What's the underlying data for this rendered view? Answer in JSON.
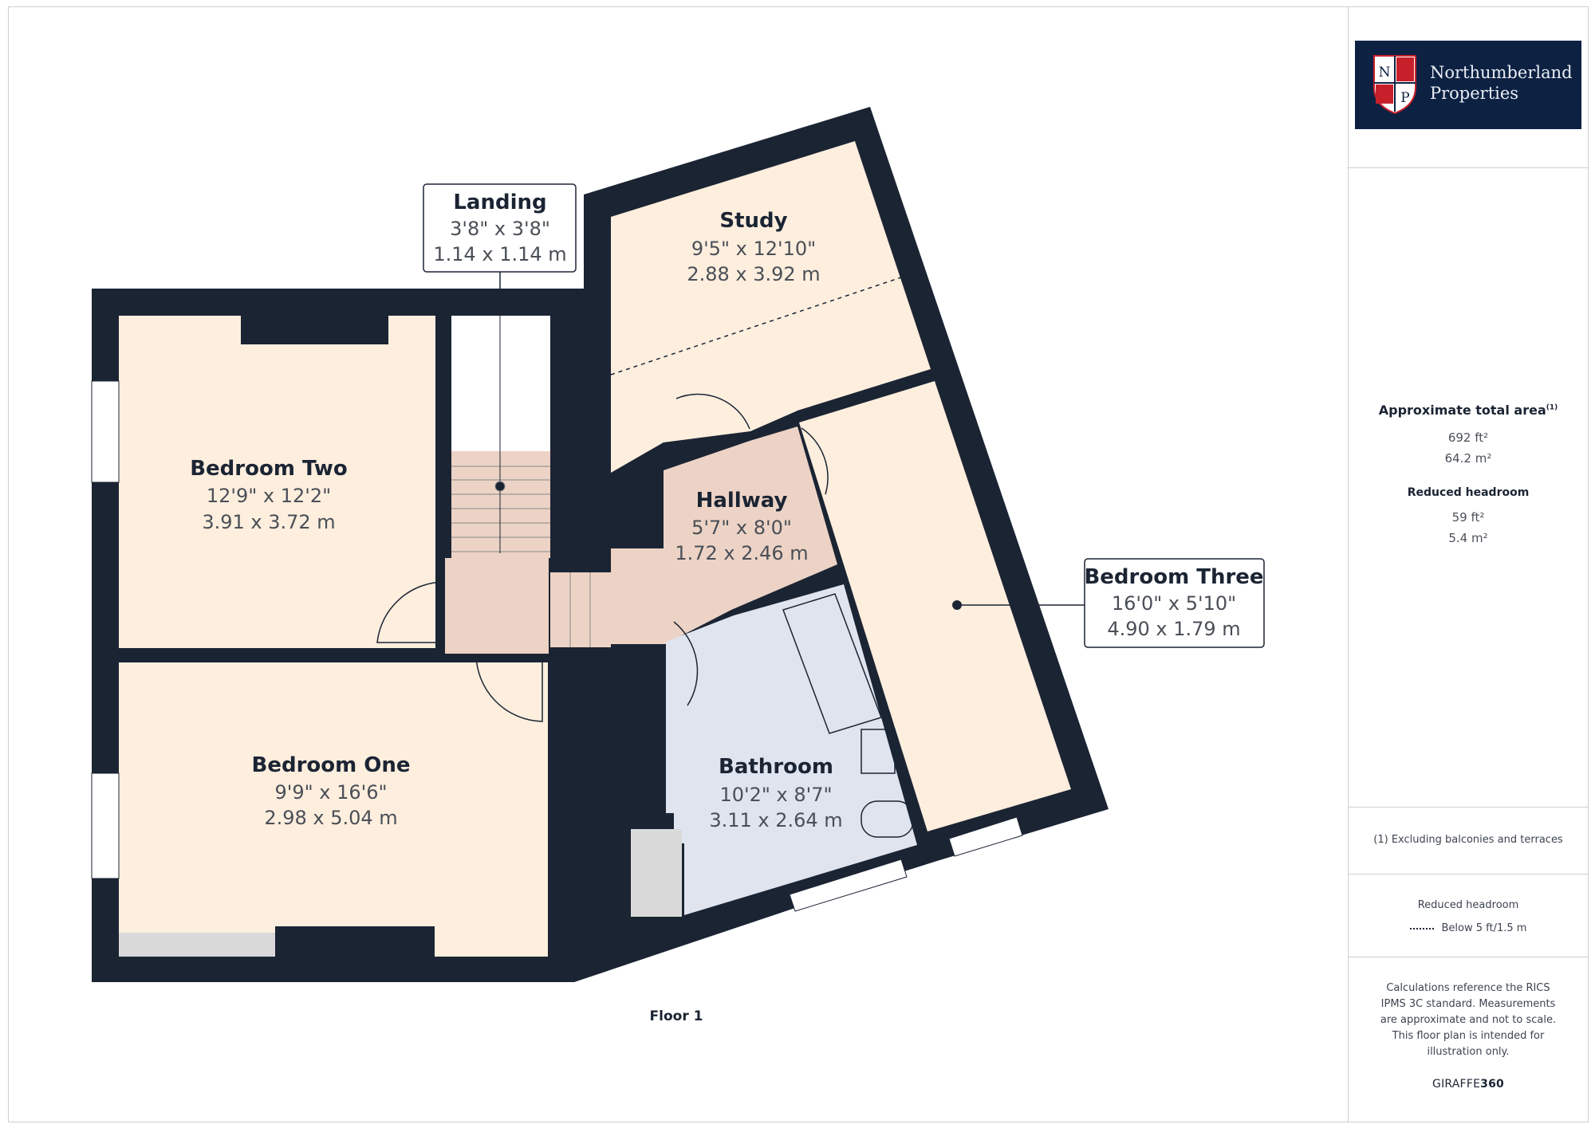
{
  "rooms": [
    {
      "name": "Landing",
      "imperial": "3'8\" x 3'8\"",
      "metric": "1.14 x 1.14 m"
    },
    {
      "name": "Study",
      "imperial": "9'5\" x 12'10\"",
      "metric": "2.88 x 3.92 m"
    },
    {
      "name": "Bedroom Two",
      "imperial": "12'9\" x 12'2\"",
      "metric": "3.91 x 3.72 m"
    },
    {
      "name": "Hallway",
      "imperial": "5'7\" x 8'0\"",
      "metric": "1.72 x 2.46 m"
    },
    {
      "name": "Bedroom Three",
      "imperial": "16'0\" x 5'10\"",
      "metric": "4.90 x 1.79 m"
    },
    {
      "name": "Bedroom One",
      "imperial": "9'9\" x 16'6\"",
      "metric": "2.98 x 5.04 m"
    },
    {
      "name": "Bathroom",
      "imperial": "10'2\" x 8'7\"",
      "metric": "3.11 x 2.64 m"
    }
  ],
  "floor_label": "Floor 1",
  "brand": {
    "name_line1": "Northumberland",
    "name_line2": "Properties",
    "monogram": [
      "N",
      "P"
    ],
    "background": "#0d2143",
    "accent": "#c8202b"
  },
  "area": {
    "title": "Approximate total area",
    "title_sup": "(1)",
    "sqft": "692 ft²",
    "sqm": "64.2 m²",
    "reduced_title": "Reduced headroom",
    "reduced_sqft": "59 ft²",
    "reduced_sqm": "5.4 m²"
  },
  "footnote": "(1) Excluding balconies and terraces",
  "legend": {
    "title": "Reduced headroom",
    "item": "Below 5 ft/1.5 m"
  },
  "disclaimer": "Calculations reference the RICS IPMS 3C standard. Measurements are approximate and not to scale. This floor plan is intended for illustration only.",
  "giraffe": {
    "prefix": "GIRAFFE",
    "suffix": "360"
  },
  "colors": {
    "wall": "#1b2433",
    "bedroom_fill": "#fdeede",
    "hall_fill": "#ecd3c5",
    "bathroom_fill": "#dfe4ef",
    "furniture": "#d9d9d9"
  }
}
